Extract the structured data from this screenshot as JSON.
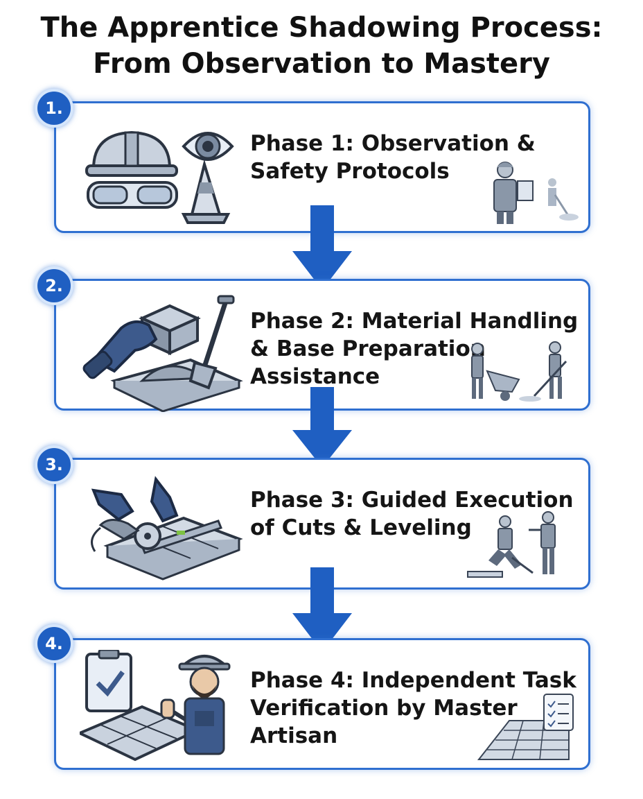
{
  "title": {
    "line1": "The Apprentice Shadowing Process:",
    "line2": "From Observation to Mastery"
  },
  "phases": [
    {
      "number": "1.",
      "text": "Phase 1: Observation & Safety Protocols",
      "icons": [
        "hard-hat-icon",
        "safety-goggles-icon",
        "eye-icon",
        "traffic-cone-icon"
      ],
      "scene": "worker-with-clipboard-scene"
    },
    {
      "number": "2.",
      "text": "Phase 2: Material Handling & Base Preparation Assistance",
      "icons": [
        "gloved-hand-icon",
        "paver-block-icon",
        "shovel-icon",
        "gravel-base-icon"
      ],
      "scene": "workers-wheelbarrow-scene"
    },
    {
      "number": "3.",
      "text": "Phase 3: Guided Execution of Cuts & Leveling",
      "icons": [
        "gloved-hands-icon",
        "cutting-saw-icon",
        "spirit-level-icon",
        "paver-blocks-icon"
      ],
      "scene": "workers-cutting-scene"
    },
    {
      "number": "4.",
      "text": "Phase 4: Independent Task Verification by Master Artisan",
      "icons": [
        "checklist-clipboard-icon",
        "paver-patio-icon",
        "master-artisan-thumbs-up-icon"
      ],
      "scene": "paver-path-checklist-scene"
    }
  ],
  "colors": {
    "accent": "#2f6fd0",
    "badge": "#1f5fc2",
    "arrow": "#1f5fc2",
    "icon_gray": "#8a97a8",
    "text": "#151515"
  }
}
